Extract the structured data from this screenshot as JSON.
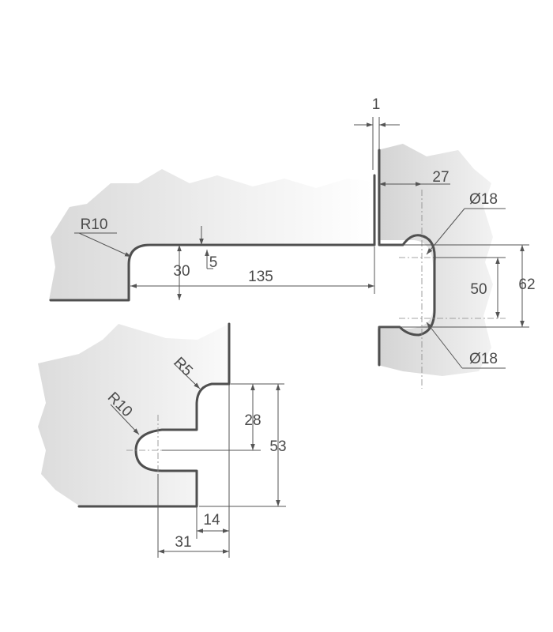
{
  "labels": {
    "top_gap": "1",
    "notch_offset": "27",
    "hole_dia_top": "Ø18",
    "radius_top_left": "R10",
    "thickness": "5",
    "height_30": "30",
    "length_135": "135",
    "dim_50": "50",
    "dim_62": "62",
    "hole_dia_bottom": "Ø18",
    "radius_r5": "R5",
    "radius_r10_lower": "R10",
    "dim_28": "28",
    "dim_53": "53",
    "dim_14": "14",
    "dim_31": "31"
  },
  "colors": {
    "outline": "#4f4f4f",
    "surface_light": "#f4f4f4",
    "surface_dark": "#d6d6d6",
    "text": "#4a4a4a"
  }
}
